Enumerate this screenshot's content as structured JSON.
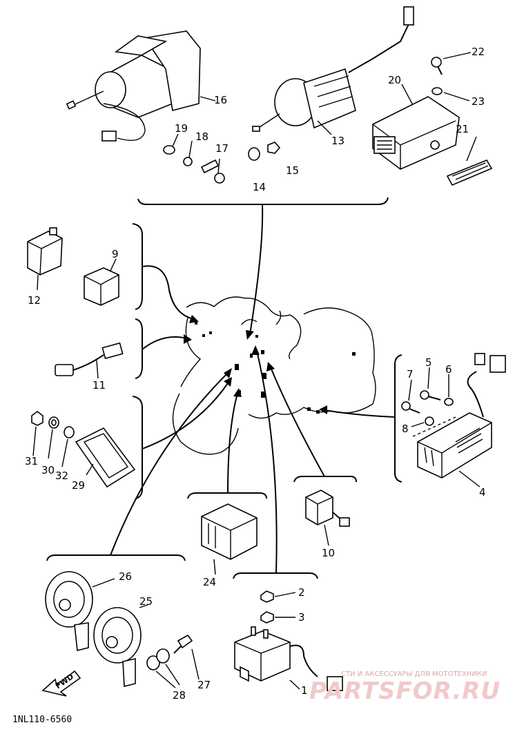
{
  "diagram": {
    "code": "1NL110-6560",
    "arrow_label": "FWD",
    "watermark": {
      "tagline": "СТИ И АКСЕССУАРЫ ДЛЯ МОТОТЕХНИКИ",
      "site": "PARTSFOR.RU"
    },
    "callouts": {
      "c1": "1",
      "c2": "2",
      "c3": "3",
      "c4": "4",
      "c5": "5",
      "c6": "6",
      "c7": "7",
      "c8": "8",
      "c9": "9",
      "c10": "10",
      "c11": "11",
      "c12": "12",
      "c13": "13",
      "c14": "14",
      "c15": "15",
      "c16": "16",
      "c17": "17",
      "c18": "18",
      "c19": "19",
      "c20": "20",
      "c21": "21",
      "c22": "22",
      "c23": "23",
      "c24": "24",
      "c25": "25",
      "c26": "26",
      "c27": "27",
      "c28": "28",
      "c29": "29",
      "c30": "30",
      "c31": "31",
      "c32": "32"
    }
  },
  "colors": {
    "line": "#000000",
    "background": "#ffffff",
    "watermark": "#f2c9c9"
  }
}
